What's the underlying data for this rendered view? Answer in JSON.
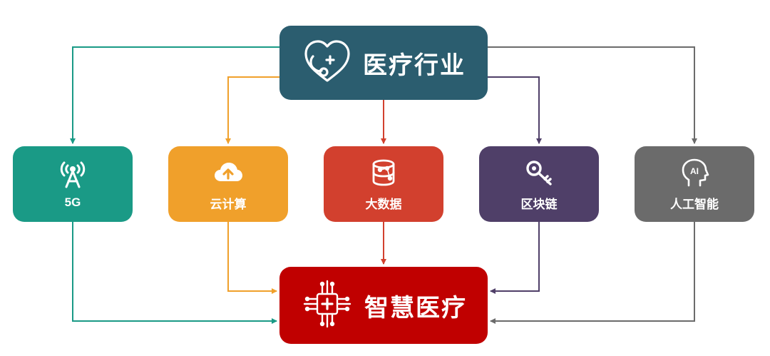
{
  "top_node": {
    "label": "医疗行业",
    "color": "#2b5d6f",
    "icon": "heart-stethoscope-icon"
  },
  "bottom_node": {
    "label": "智慧医疗",
    "color": "#c00000",
    "icon": "chip-plus-icon"
  },
  "technologies": [
    {
      "id": "5g",
      "label": "5G",
      "color": "#1a9a86",
      "icon": "antenna-icon"
    },
    {
      "id": "cloud",
      "label": "云计算",
      "color": "#f0a02b",
      "icon": "cloud-upload-icon"
    },
    {
      "id": "data",
      "label": "大数据",
      "color": "#d2402e",
      "icon": "database-icon"
    },
    {
      "id": "chain",
      "label": "区块链",
      "color": "#4f3f68",
      "icon": "key-icon"
    },
    {
      "id": "ai",
      "label": "人工智能",
      "color": "#6b6b6b",
      "icon": "ai-head-icon"
    }
  ]
}
